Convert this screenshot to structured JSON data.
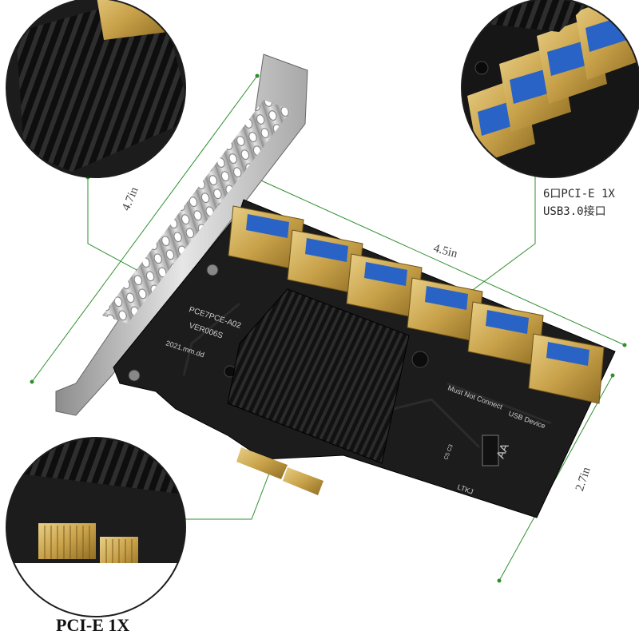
{
  "dimensions": {
    "width_label": "4.5in",
    "height_label": "4.7in",
    "depth_label": "2.7in"
  },
  "callouts": {
    "usb_line1": "6口PCI-E 1X",
    "usb_line2": "USB3.0接口",
    "pcie": "PCI-E 1X"
  },
  "pcb_markings": {
    "model": "PCE7PCE-A02",
    "version": "VER006S",
    "date": "2021.mm.dd",
    "warning": "Must Not Connect",
    "usb_device": "USB Device",
    "brand": "LTKJ",
    "connector": "AA",
    "caps": "C5 C3"
  },
  "colors": {
    "pcb": "#1c1c1c",
    "heatsink": "#151515",
    "gold": "#c9a24a",
    "usb_blue": "#2a63c6",
    "bracket": "#c9c9c9",
    "guide_line": "#2f8f2f"
  }
}
